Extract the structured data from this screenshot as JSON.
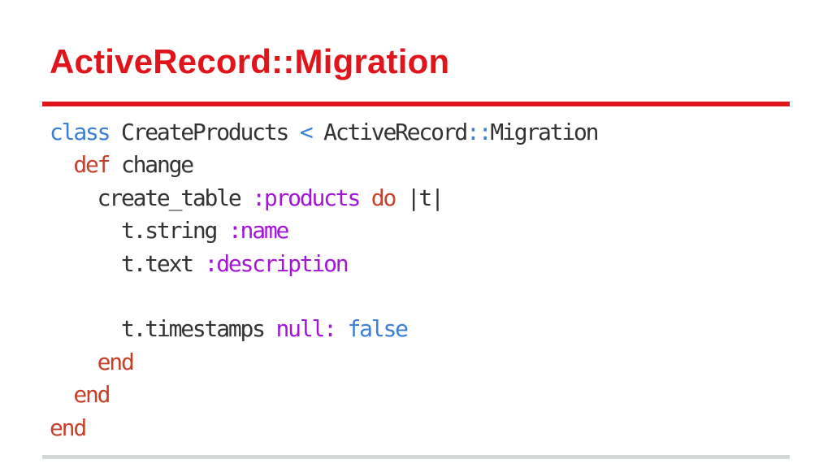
{
  "slide": {
    "title": "ActiveRecord::Migration"
  },
  "colors": {
    "title": "#e0141b",
    "title_rule": "#e0141b",
    "footer_rule": "#d6d9d9",
    "code_default": "#333333",
    "keyword_blue": "#3d7fd6",
    "keyword_red": "#c8402b",
    "symbol_purple": "#a316d9",
    "operator_blue": "#3d7fd6"
  },
  "code": {
    "lines": [
      [
        {
          "text": "class",
          "color": "keyword_blue"
        },
        {
          "text": " CreateProducts ",
          "color": "code_default"
        },
        {
          "text": "<",
          "color": "operator_blue"
        },
        {
          "text": " ActiveRecord",
          "color": "code_default"
        },
        {
          "text": "::",
          "color": "operator_blue"
        },
        {
          "text": "Migration",
          "color": "code_default"
        }
      ],
      [
        {
          "text": "  ",
          "color": "code_default"
        },
        {
          "text": "def",
          "color": "keyword_red"
        },
        {
          "text": " change",
          "color": "code_default"
        }
      ],
      [
        {
          "text": "    create_table ",
          "color": "code_default"
        },
        {
          "text": ":products",
          "color": "symbol_purple"
        },
        {
          "text": " ",
          "color": "code_default"
        },
        {
          "text": "do",
          "color": "keyword_red"
        },
        {
          "text": " |t|",
          "color": "code_default"
        }
      ],
      [
        {
          "text": "      t.string ",
          "color": "code_default"
        },
        {
          "text": ":name",
          "color": "symbol_purple"
        }
      ],
      [
        {
          "text": "      t.text ",
          "color": "code_default"
        },
        {
          "text": ":description",
          "color": "symbol_purple"
        }
      ],
      [],
      [
        {
          "text": "      t.timestamps ",
          "color": "code_default"
        },
        {
          "text": "null:",
          "color": "symbol_purple"
        },
        {
          "text": " ",
          "color": "code_default"
        },
        {
          "text": "false",
          "color": "keyword_blue"
        }
      ],
      [
        {
          "text": "    ",
          "color": "code_default"
        },
        {
          "text": "end",
          "color": "keyword_red"
        }
      ],
      [
        {
          "text": "  ",
          "color": "code_default"
        },
        {
          "text": "end",
          "color": "keyword_red"
        }
      ],
      [
        {
          "text": "end",
          "color": "keyword_red"
        }
      ]
    ]
  }
}
